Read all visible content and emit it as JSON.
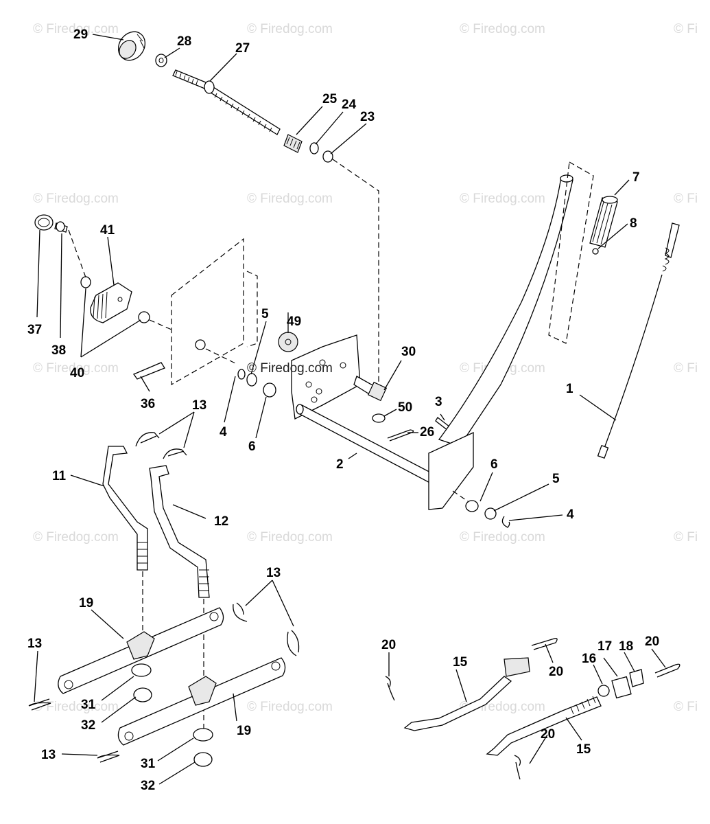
{
  "watermark": {
    "text": "© Firedog.com",
    "partial_right": "© Fi"
  },
  "callouts": {
    "n1": "1",
    "n2": "2",
    "n3": "3",
    "n4a": "4",
    "n4b": "4",
    "n5a": "5",
    "n5b": "5",
    "n6a": "6",
    "n6b": "6",
    "n7": "7",
    "n8": "8",
    "n11": "11",
    "n12": "12",
    "n13a": "13",
    "n13b": "13",
    "n13c": "13",
    "n13d": "13",
    "n15a": "15",
    "n15b": "15",
    "n16": "16",
    "n17": "17",
    "n18": "18",
    "n19a": "19",
    "n19b": "19",
    "n20a": "20",
    "n20b": "20",
    "n20c": "20",
    "n20d": "20",
    "n23": "23",
    "n24": "24",
    "n25": "25",
    "n26": "26",
    "n27": "27",
    "n28": "28",
    "n29": "29",
    "n30": "30",
    "n31a": "31",
    "n31b": "31",
    "n32a": "32",
    "n32b": "32",
    "n36": "36",
    "n37": "37",
    "n38": "38",
    "n40": "40",
    "n41": "41",
    "n49": "49",
    "n50": "50"
  }
}
